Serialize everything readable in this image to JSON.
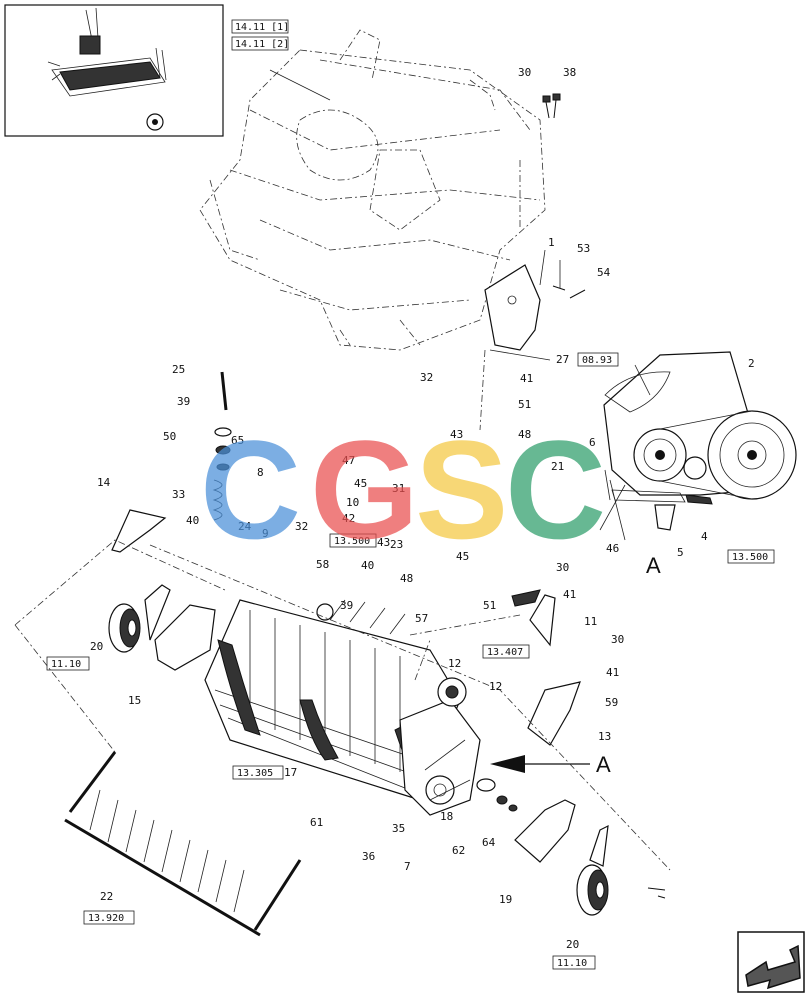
{
  "watermark": {
    "text": [
      "C",
      "G",
      "S",
      "C"
    ],
    "colors": [
      "#4a90d9",
      "#e94e4e",
      "#f5c842",
      "#2e9e6a"
    ]
  },
  "refs": [
    "14.11 [1]",
    "14.11 [2]",
    "08.93",
    "13.500",
    "13.407",
    "11.10",
    "13.305",
    "13.920",
    "13.500",
    "11.10"
  ],
  "view_label": "A",
  "callout_label": "A",
  "labels": [
    "30",
    "38",
    "1",
    "53",
    "54",
    "27",
    "32",
    "41",
    "51",
    "43",
    "48",
    "25",
    "39",
    "50",
    "65",
    "8",
    "47",
    "45",
    "31",
    "10",
    "42",
    "23",
    "45",
    "14",
    "33",
    "40",
    "24",
    "9",
    "32",
    "58",
    "43",
    "40",
    "48",
    "39",
    "57",
    "30",
    "51",
    "41",
    "11",
    "12",
    "12",
    "30",
    "41",
    "59",
    "13",
    "20",
    "15",
    "17",
    "61",
    "35",
    "18",
    "7",
    "36",
    "62",
    "64",
    "19",
    "20",
    "22",
    "21",
    "6",
    "2",
    "46",
    "5",
    "4"
  ]
}
